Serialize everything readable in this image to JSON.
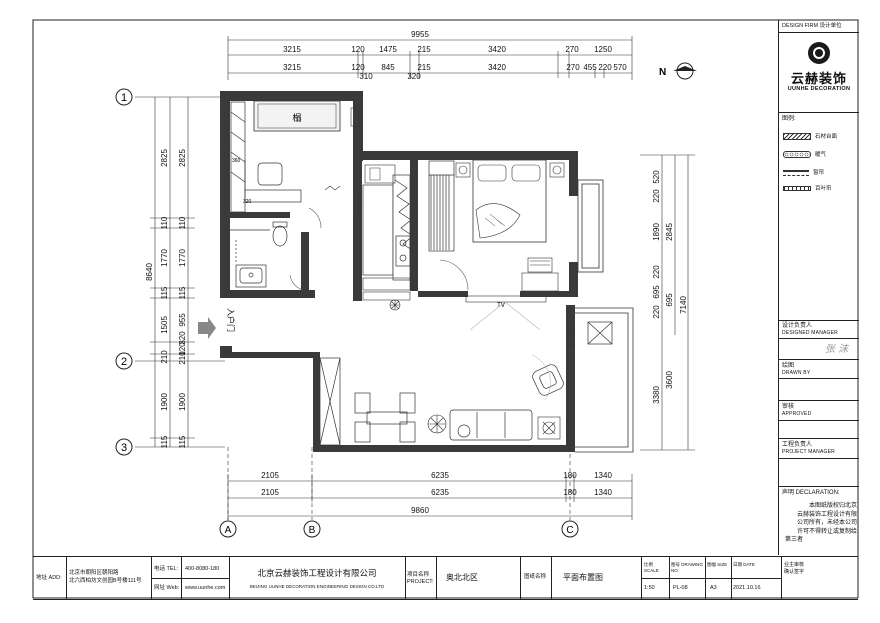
{
  "firm": {
    "header": "DESIGN FIRM 设计单位",
    "logo_cn": "云赫装饰",
    "logo_en": "UUNHE DECORATION"
  },
  "legend": {
    "title": "图例:",
    "items": [
      {
        "label": "石材台面"
      },
      {
        "label": "暖气"
      },
      {
        "label": "窗帘"
      },
      {
        "label": "百叶帘"
      }
    ]
  },
  "roles": {
    "designed_cn": "设计负责人",
    "designed_en": "DESIGNED MANAGER",
    "designed_sign": "张 沫",
    "drawn_cn": "绘图",
    "drawn_en": "DRAWN BY",
    "approved_cn": "审核",
    "approved_en": "APPROVED",
    "project_cn": "工程负责人",
    "project_en": "PROJECT MANAGER"
  },
  "declaration": {
    "title": "声明 DECLARATION:",
    "lines": [
      "本图纸版权归北京",
      "云赫装饰工程设计有限",
      "公司所有，未经本公司",
      "许可不得转让或复制给",
      "第三者"
    ]
  },
  "title_block": {
    "addr_label": "地址 ADD:",
    "addr_lines": [
      "北京市朝阳区朝阳路",
      "北六西柏坊文创园B号楼111号"
    ],
    "tel_label": "电话 TEL:",
    "tel": "400-8080-180",
    "web_label": "网址 Web:",
    "web": "www.uunhe.com",
    "company_cn": "北京云赫装饰工程设计有限公司",
    "company_en": "BEIJING UUNHE DECORATION ENGINEERING DESIGN CO.LTD",
    "project_label": "项目名称 PROJECT:",
    "project": "奥北北区",
    "drawing_label": "图纸名称",
    "drawing": "平面布置图",
    "scale_label": "比例 SCALE",
    "scale": "1:50",
    "no_label": "图号 DRAWING NO",
    "no": "PL-08",
    "size_label": "图幅 SIZE",
    "size": "A3",
    "date_label": "日期 DATE",
    "date": "2021.10.16",
    "owner_label1": "业主审核",
    "owner_label2": "确认签字"
  },
  "dimensions": {
    "top_total": "9955",
    "top_row1": [
      "3215",
      "120",
      "1475",
      "215",
      "3420",
      "270",
      "1250"
    ],
    "top_row2": [
      "3215",
      "120",
      "845",
      "215",
      "3420",
      "270",
      "455",
      "220",
      "570"
    ],
    "top_row2_sub": [
      "310",
      "320"
    ],
    "left_total": "8640",
    "left_rows": [
      "2825",
      "110",
      "1770",
      "115",
      "1505",
      "210",
      "1900",
      "115"
    ],
    "left_inner": [
      "2825",
      "110",
      "1770",
      "115",
      "955",
      "320",
      "120",
      "210",
      "1900",
      "115"
    ],
    "right_a": [
      "520",
      "220",
      "1890",
      "220",
      "695",
      "220"
    ],
    "right_b": [
      "2845",
      "695"
    ],
    "right_c": [
      "3380",
      "3600"
    ],
    "right_total": "7140",
    "bottom_row1": [
      "2105",
      "6235",
      "180",
      "1340"
    ],
    "bottom_row2": [
      "2105",
      "6235",
      "180",
      "1340"
    ],
    "bottom_total": "9860"
  },
  "axes": {
    "rows": [
      "1",
      "2",
      "3"
    ],
    "cols": [
      "A",
      "B",
      "C"
    ]
  },
  "labels": {
    "entrance": "入户门",
    "tv": "TV",
    "north": "N",
    "small_320": "320",
    "small_360": "360",
    "bed_mark": "榻"
  }
}
